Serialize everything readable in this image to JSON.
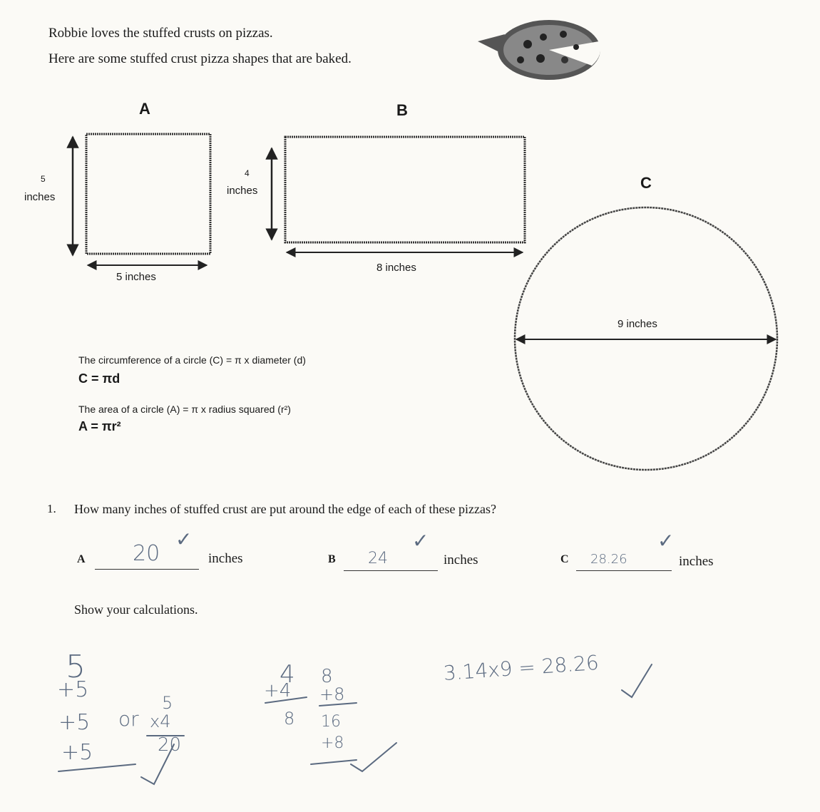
{
  "intro": {
    "line1": "Robbie loves the stuffed crusts on pizzas.",
    "line2": "Here are some stuffed crust pizza shapes that are baked."
  },
  "shapes": {
    "a": {
      "label": "A",
      "height_value": "5",
      "height_unit": "inches",
      "width_label": "5 inches"
    },
    "b": {
      "label": "B",
      "height_value": "4",
      "height_unit": "inches",
      "width_label": "8 inches"
    },
    "c": {
      "label": "C",
      "diameter_label": "9 inches"
    }
  },
  "formulas": {
    "circumference_text": "The circumference of a circle (C) = π x diameter (d)",
    "circumference": "C = πd",
    "area_text": "The area of a circle (A) = π x radius squared (r²)",
    "area": "A = πr²"
  },
  "question": {
    "number": "1.",
    "text": "How many inches of stuffed crust are put around the edge of each of these pizzas?"
  },
  "answers": {
    "a": {
      "label": "A",
      "value": "20",
      "check": "✓",
      "unit": "inches"
    },
    "b": {
      "label": "B",
      "value": "24",
      "check": "✓",
      "unit": "inches"
    },
    "c": {
      "label": "C",
      "value": "28.26",
      "check": "✓",
      "unit": "inches"
    }
  },
  "calculations": {
    "prompt": "Show your calculations.",
    "a": [
      "5",
      "+5",
      "+5",
      "+5"
    ],
    "a_alt": [
      "or",
      "5",
      "x4",
      "20"
    ],
    "b": [
      "4",
      "+4",
      "8"
    ],
    "b_alt": [
      "8",
      "+8",
      "16",
      "+8"
    ],
    "c": [
      "3.14x9 = 28.26"
    ]
  }
}
